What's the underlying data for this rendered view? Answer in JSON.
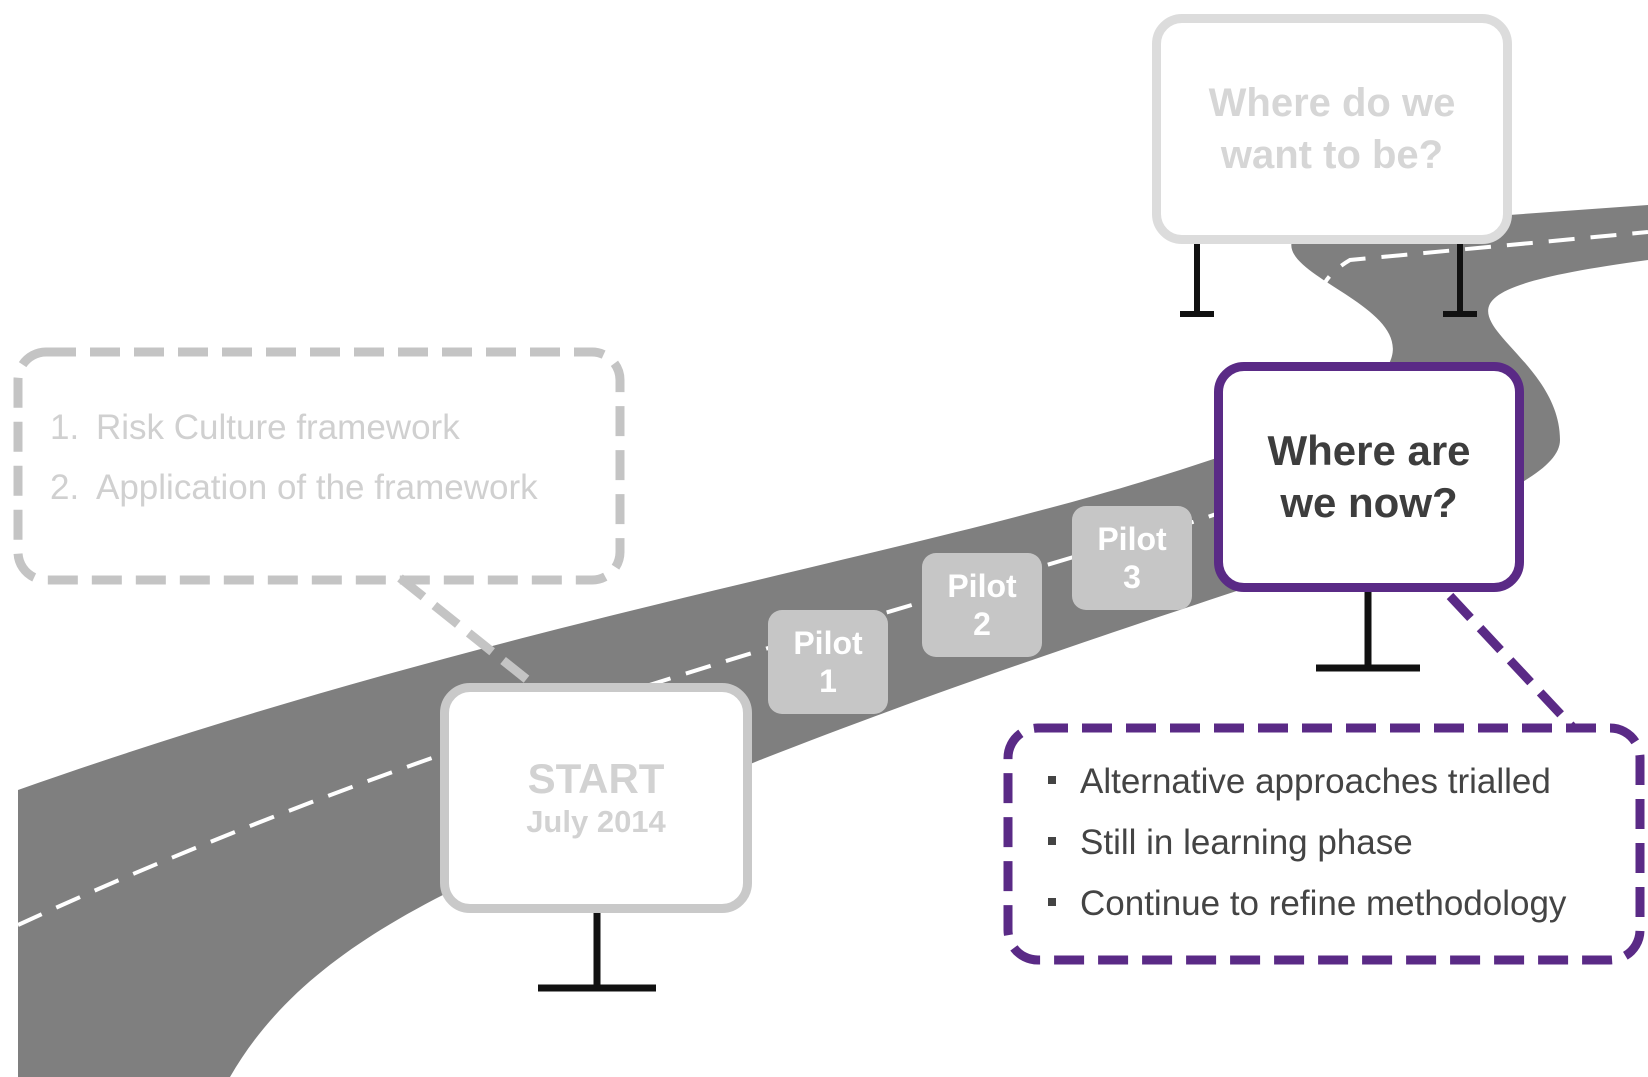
{
  "signs": {
    "future": {
      "line1": "Where do we",
      "line2": "want to be?"
    },
    "now": {
      "line1": "Where are",
      "line2": "we now?"
    },
    "start": {
      "title": "START",
      "subtitle": "July 2014"
    }
  },
  "pilots": [
    {
      "line1": "Pilot",
      "line2": "1"
    },
    {
      "line1": "Pilot",
      "line2": "2"
    },
    {
      "line1": "Pilot",
      "line2": "3"
    }
  ],
  "scope_box": {
    "items": [
      {
        "num": "1.",
        "text": "Risk Culture framework"
      },
      {
        "num": "2.",
        "text": "Application of the framework"
      }
    ]
  },
  "status_box": {
    "items": [
      "Alternative approaches trialled",
      "Still in learning phase",
      "Continue to refine methodology"
    ]
  },
  "colors": {
    "road": "#7f7f7f",
    "accent_purple": "#5a2a86",
    "grey_border": "#c9c9c9",
    "pilot_fill": "#c6c6c6"
  }
}
